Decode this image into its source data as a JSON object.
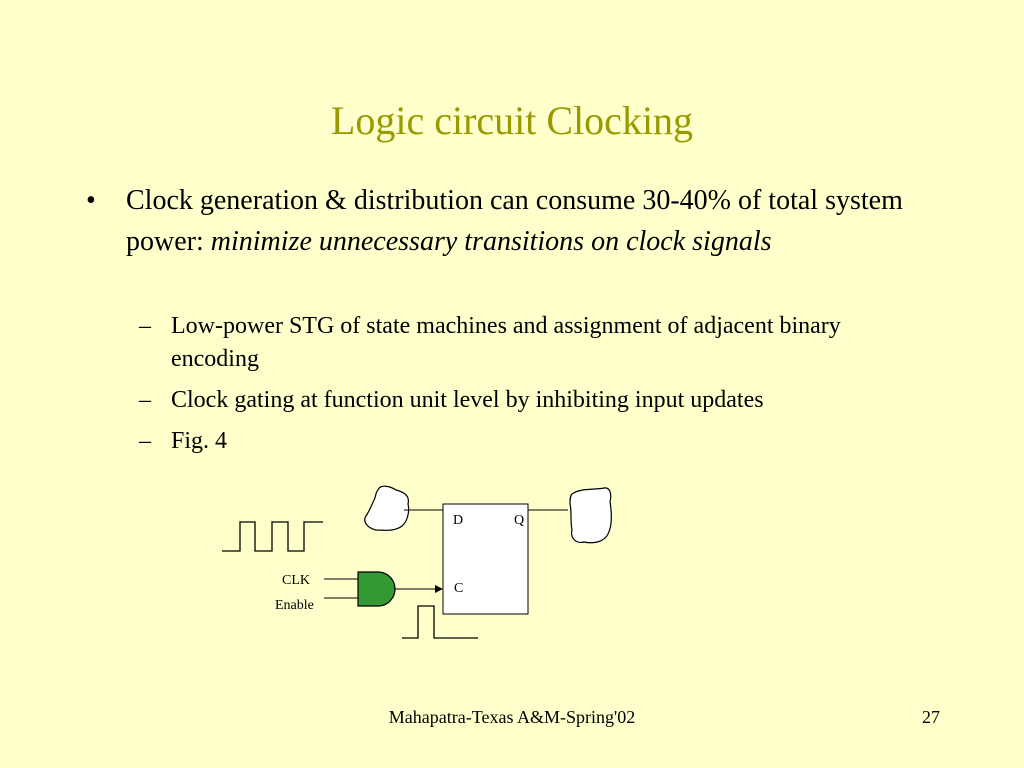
{
  "slide": {
    "title": "Logic circuit Clocking",
    "bullet": {
      "marker": "•",
      "text_plain": "Clock generation & distribution can consume 30-40% of total system power: ",
      "text_italic": "minimize unnecessary transitions on clock signals"
    },
    "sub_bullets": [
      {
        "marker": "–",
        "text": "Low-power STG of state machines and assignment of adjacent binary encoding"
      },
      {
        "marker": "–",
        "text": "Clock gating at function unit level by inhibiting input updates"
      },
      {
        "marker": "–",
        "text": "Fig. 4"
      }
    ],
    "figure": {
      "labels": {
        "d": "D",
        "q": "Q",
        "c": "C",
        "clk": "CLK",
        "enable": "Enable"
      },
      "colors": {
        "and_gate_fill": "#339933"
      }
    },
    "footer": {
      "center": "Mahapatra-Texas A&M-Spring'02",
      "page_number": "27"
    }
  }
}
